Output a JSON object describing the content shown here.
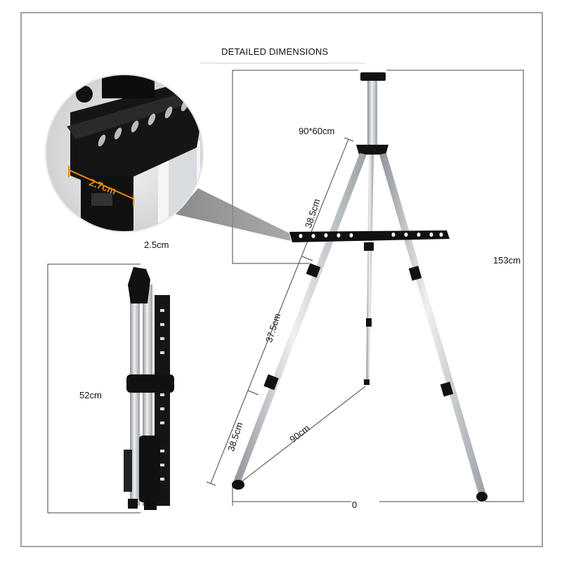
{
  "title": "DETAILED DIMENSIONS",
  "labels": {
    "tray_size": "90*60cm",
    "upper_leg": "38.5cm",
    "middle_leg": "37.5cm",
    "lower_leg": "38.5cm",
    "leg_spread": "90cm",
    "total_height": "153cm",
    "base_width": "0",
    "folded_height": "52cm",
    "tray_depth": "2.5cm",
    "tray_lip": "2.7cm"
  },
  "colors": {
    "frame": "#444444",
    "aluminum": "#c8cbd0",
    "black_parts": "#111111",
    "accent_orange": "#f08a00"
  }
}
